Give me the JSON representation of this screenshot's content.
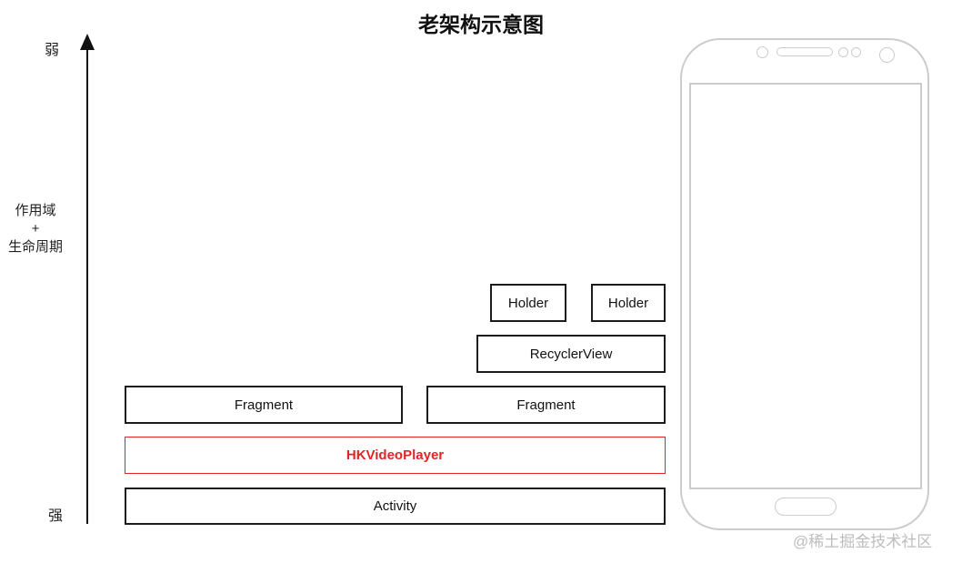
{
  "title": "老架构示意图",
  "axis": {
    "top_label": "弱",
    "mid_label": {
      "line1": "作用域",
      "line2": "+",
      "line3": "生命周期"
    },
    "bottom_label": "强"
  },
  "boxes": {
    "holder_left": "Holder",
    "holder_right": "Holder",
    "recycler_view": "RecyclerView",
    "fragment_left": "Fragment",
    "fragment_right": "Fragment",
    "hk_video_player": "HKVideoPlayer",
    "activity": "Activity"
  },
  "watermark": "@稀土掘金技术社区",
  "colors": {
    "highlight_red": "#e02525",
    "box_border": "#1c1c1c",
    "phone_outline": "#cccccc",
    "watermark_gray": "#bdbdbd",
    "text_black": "#111111"
  }
}
